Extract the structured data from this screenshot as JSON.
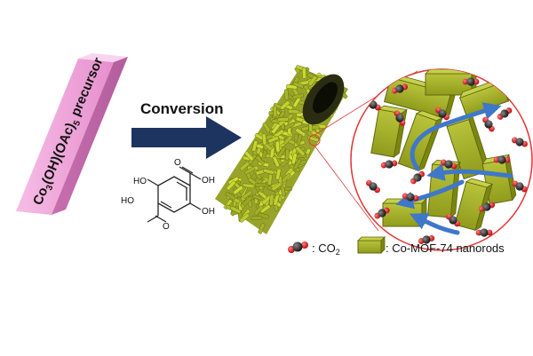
{
  "precursor": {
    "label_parts": [
      "Co",
      "3",
      "(OH)(OAc)",
      "5",
      " precursor"
    ],
    "color": "#f0a8dc"
  },
  "arrow": {
    "label": "Conversion",
    "color": "#1d3461"
  },
  "linker": {
    "atoms": [
      "HO",
      "OH",
      "HO",
      "OH"
    ]
  },
  "legend": {
    "co2_prefix": ": CO",
    "co2_sub": "2",
    "mof_label": ": Co-MOF-74 nanorods"
  },
  "colors": {
    "mof": "#a6b12a",
    "mof_dark": "#6f7a10",
    "carbon": "#222222",
    "oxygen": "#e0161c",
    "flow": "#3f77c9",
    "zoom_circle": "#e03a3a"
  }
}
